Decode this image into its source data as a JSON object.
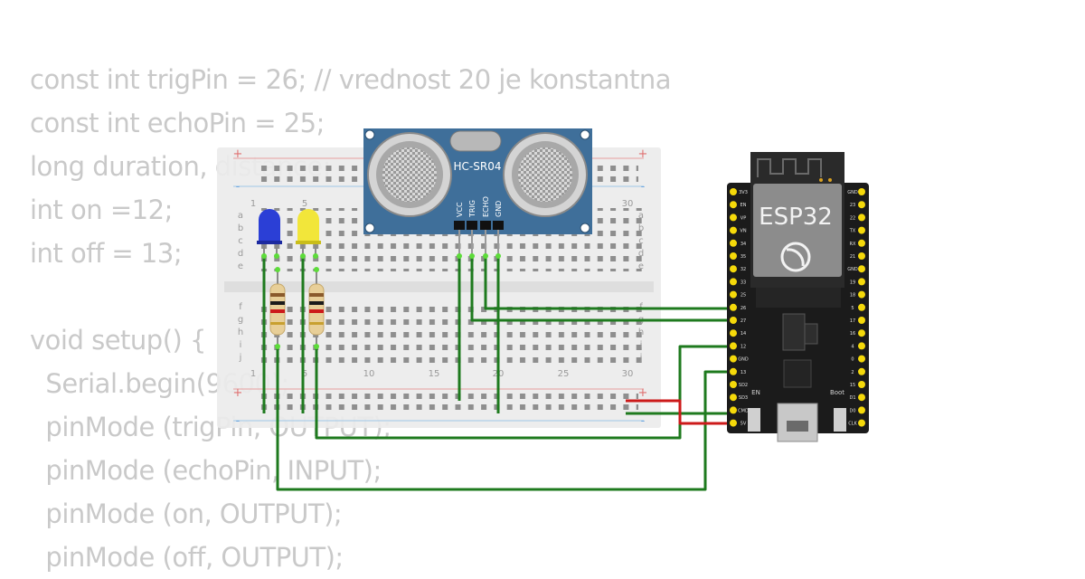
{
  "code_lines": [
    "const int trigPin = 26; // vrednost 20 je konstantna",
    "const int echoPin = 25;",
    "long duration, distance;",
    "int on =12;",
    "int off = 13;",
    "",
    "void setup() {",
    "  Serial.begin(9600);",
    "  pinMode (trigPin, OUTPUT);",
    "  pinMode (echoPin, INPUT);",
    "  pinMode (on, OUTPUT);",
    "  pinMode (off, OUTPUT);"
  ],
  "breadboard": {
    "col_labels": [
      "1",
      "5",
      "10",
      "15",
      "20",
      "25",
      "30"
    ],
    "row_labels_top": [
      "a",
      "b",
      "c",
      "d",
      "e"
    ],
    "row_labels_bottom": [
      "f",
      "g",
      "h",
      "i",
      "j"
    ],
    "plus": "+",
    "minus": "-"
  },
  "sensor": {
    "name": "HC-SR04",
    "pins": [
      "VCC",
      "TRIG",
      "ECHO",
      "GND"
    ],
    "color": "#3f6f9a"
  },
  "board": {
    "name": "ESP32",
    "en_label": "EN",
    "boot_label": "Boot",
    "left_pins": [
      "3V3",
      "EN",
      "VP",
      "VN",
      "34",
      "35",
      "32",
      "33",
      "25",
      "26",
      "27",
      "14",
      "12",
      "GND",
      "13",
      "SD2",
      "SD3",
      "CMD",
      "5V"
    ],
    "right_pins": [
      "GND",
      "23",
      "22",
      "TX",
      "RX",
      "21",
      "GND",
      "19",
      "18",
      "5",
      "17",
      "16",
      "4",
      "0",
      "2",
      "15",
      "D1",
      "D0",
      "CLK"
    ]
  },
  "leds": [
    {
      "name": "blue",
      "color": "#2b3fd6"
    },
    {
      "name": "yellow",
      "color": "#f2e63a"
    }
  ],
  "colors": {
    "wire": "#1e7a1e",
    "power_wire": "#cc1a1a",
    "board": "#1b1b1b",
    "pin": "#f5d90a"
  }
}
